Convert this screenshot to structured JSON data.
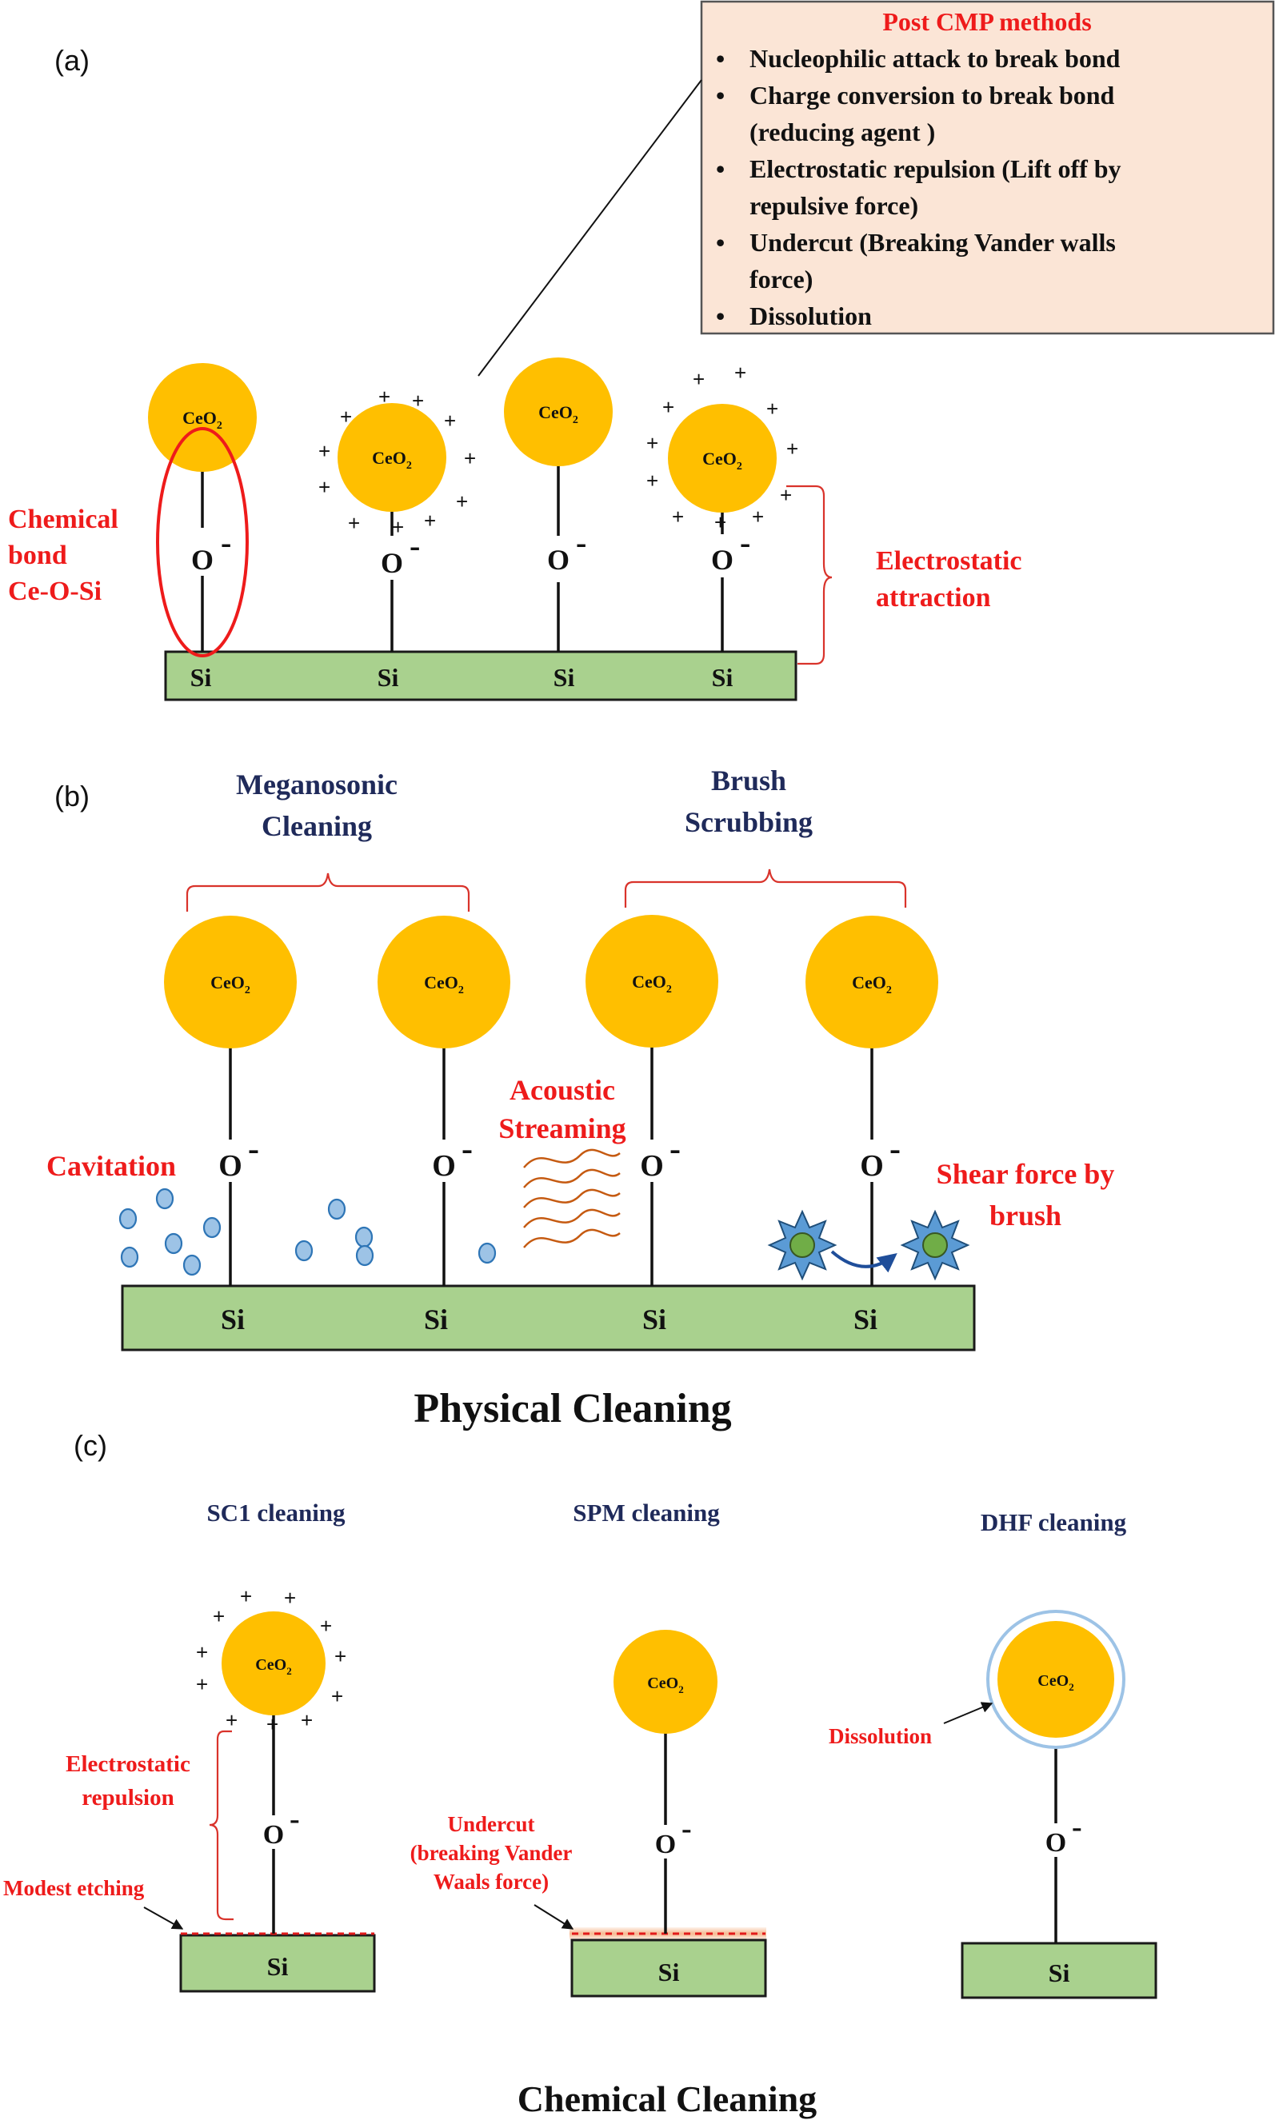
{
  "panels": {
    "a": {
      "letter": "(a)",
      "box": {
        "title": "Post CMP methods",
        "items": [
          [
            "Nucleophilic attack to break bond"
          ],
          [
            "Charge conversion to break bond",
            "(reducing agent )"
          ],
          [
            "Electrostatic repulsion (Lift off by",
            "repulsive force)"
          ],
          [
            "Undercut (Breaking Vander walls",
            "force)"
          ],
          [
            "Dissolution"
          ]
        ]
      },
      "particle_label": "CeO",
      "particle_sub": "2",
      "oxygen": "O",
      "minus": "-",
      "plus": "+",
      "si": "Si",
      "bond_label": [
        "Chemical",
        "bond",
        "Ce-O-Si"
      ],
      "attraction_label": [
        "Electrostatic",
        "attraction"
      ]
    },
    "b": {
      "letter": "(b)",
      "megasonic": [
        "Meganosonic",
        "Cleaning"
      ],
      "brush": [
        "Brush",
        "Scrubbing"
      ],
      "cavitation": "Cavitation",
      "acoustic": [
        "Acoustic",
        "Streaming"
      ],
      "shear": [
        "Shear force by",
        "brush"
      ],
      "footer": "Physical Cleaning"
    },
    "c": {
      "letter": "(c)",
      "sc1": "SC1 cleaning",
      "spm": "SPM cleaning",
      "dhf": "DHF cleaning",
      "repulsion": [
        "Electrostatic",
        "repulsion"
      ],
      "etching": "Modest etching",
      "undercut": [
        "Undercut",
        "(breaking Vander",
        "Waals force)"
      ],
      "dissolution": "Dissolution",
      "footer": "Chemical Cleaning"
    }
  },
  "colors": {
    "particle": "#ffbf00",
    "substrate": "#a9d18e",
    "box_fill": "#fbe5d6",
    "label_red": "#ee1b1b",
    "title_navy": "#1f2a5a"
  }
}
